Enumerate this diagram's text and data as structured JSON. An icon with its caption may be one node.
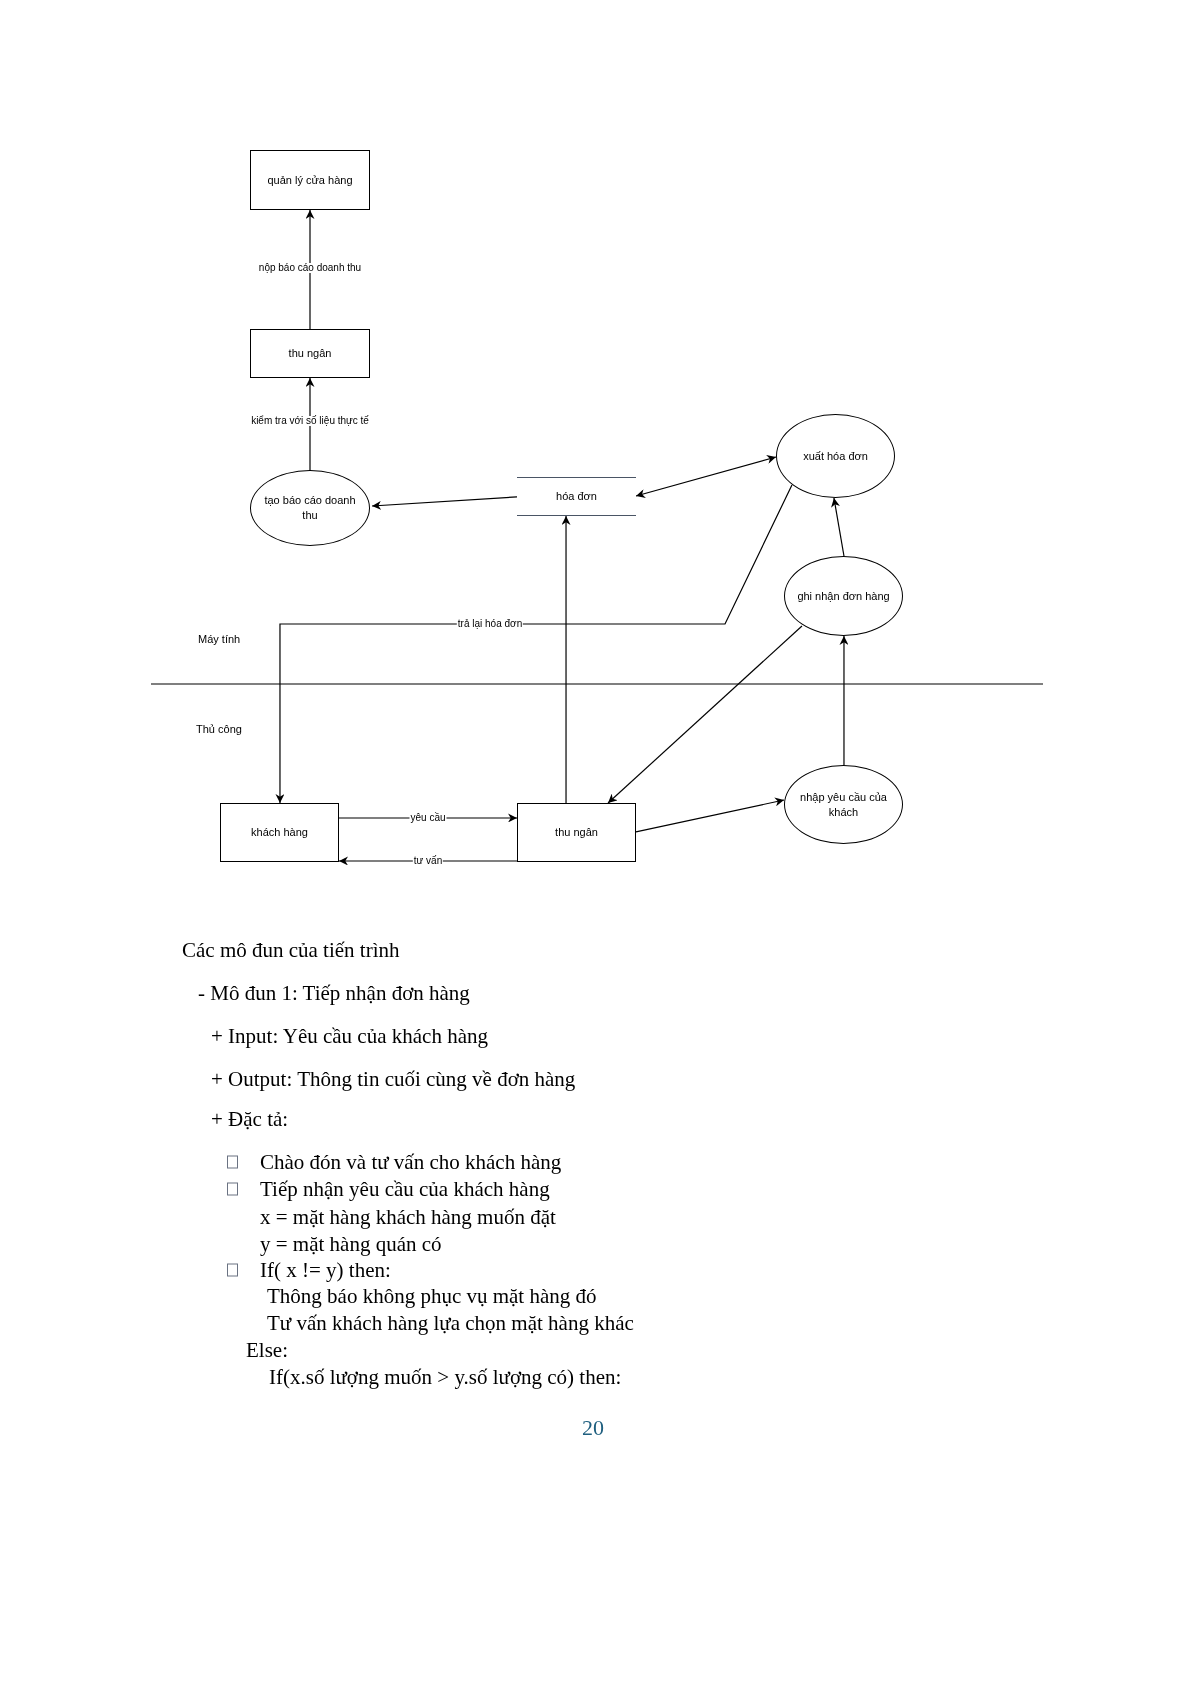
{
  "diagram": {
    "nodes": [
      {
        "text": [
          "quản lý cửa hàng"
        ]
      },
      {
        "text": [
          "thu ngân"
        ]
      },
      {
        "text": [
          "tạo báo cáo doanh thu"
        ]
      },
      {
        "text": [
          "hóa đơn"
        ]
      },
      {
        "text": [
          "xuất hóa đơn"
        ]
      },
      {
        "text": [
          "ghi nhận đơn hàng"
        ]
      },
      {
        "text": [
          "khách hàng"
        ]
      },
      {
        "text": [
          "thu ngân"
        ]
      },
      {
        "text": [
          "nhập yêu cầu của khách"
        ]
      }
    ],
    "edges": [
      {
        "from": 1,
        "to": 0,
        "arrow": "to",
        "label": "nộp báo cáo doanh thu"
      },
      {
        "from": 2,
        "to": 1,
        "arrow": "to",
        "label": "kiểm tra với số liệu thực tế"
      },
      {
        "from": 3,
        "to": 2,
        "arrow": "to"
      },
      {
        "from": 3,
        "to": 4,
        "arrow": "both"
      },
      {
        "from": 4,
        "to": 6,
        "arrow": "to",
        "label": "trả lại hóa đơn"
      },
      {
        "from": 5,
        "to": 4,
        "arrow": "to"
      },
      {
        "from": 5,
        "to": 7,
        "arrow": "to"
      },
      {
        "from": 8,
        "to": 5,
        "arrow": "to"
      },
      {
        "from": 7,
        "to": 8,
        "arrow": "to"
      },
      {
        "from": 7,
        "to": 3,
        "arrow": "to"
      },
      {
        "from": 6,
        "to": 7,
        "arrow": "to",
        "label": "yêu cầu"
      },
      {
        "from": 7,
        "to": 6,
        "arrow": "to",
        "label": "tư vấn"
      }
    ],
    "labels": [
      "Máy tính",
      "Thủ công",
      "Các mô đun của tiến trình",
      "- Mô đun 1: Tiếp nhận đơn hàng",
      "+ Input: Yêu cầu của khách hàng",
      "+ Output: Thông tin cuối cùng về đơn hàng",
      "+ Đặc tả:",
      "Chào đón và tư vấn cho khách hàng",
      "Tiếp nhận yêu cầu của khách hàng",
      "x = mặt hàng khách hàng muốn đặt",
      "y = mặt hàng quán có",
      "If( x != y) then:",
      "Thông báo không phục vụ mặt hàng đó",
      "Tư vấn khách hàng lựa chọn mặt hàng khác",
      "Else:",
      "If(x.số lượng muốn > y.số lượng có) then:",
      "20"
    ]
  }
}
